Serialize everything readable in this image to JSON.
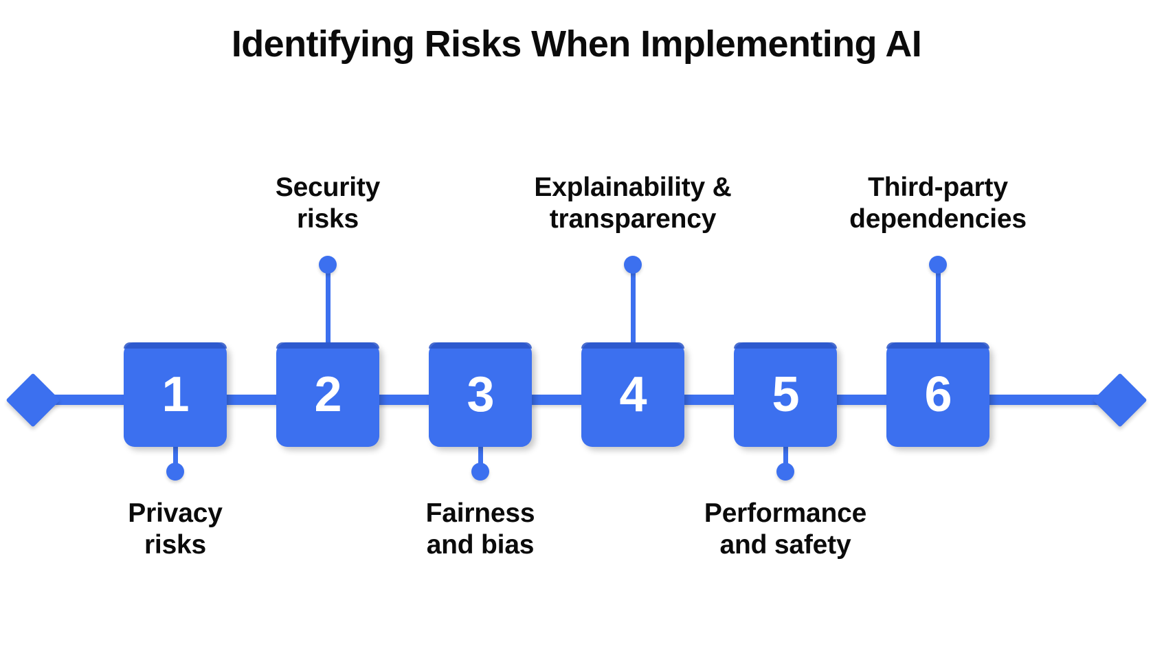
{
  "title": "Identifying Risks When Implementing AI",
  "theme": {
    "background": "#ffffff",
    "accent_blue": "#3c70ef",
    "accent_blue_dark": "#2a55c8",
    "text_color": "#0b0b0b",
    "number_color": "#ffffff"
  },
  "timeline": {
    "left_cap_icon": "diamond-icon",
    "right_cap_icon": "diamond-icon",
    "orientation": "horizontal",
    "step_count": 6
  },
  "steps": [
    {
      "number": "1",
      "label_line1": "Privacy",
      "label_line2": "risks",
      "label_position": "below",
      "connector_icon": "dot-icon"
    },
    {
      "number": "2",
      "label_line1": "Security",
      "label_line2": "risks",
      "label_position": "above",
      "connector_icon": "dot-icon"
    },
    {
      "number": "3",
      "label_line1": "Fairness",
      "label_line2": "and bias",
      "label_position": "below",
      "connector_icon": "dot-icon"
    },
    {
      "number": "4",
      "label_line1": "Explainability &",
      "label_line2": "transparency",
      "label_position": "above",
      "connector_icon": "dot-icon"
    },
    {
      "number": "5",
      "label_line1": "Performance",
      "label_line2": "and safety",
      "label_position": "below",
      "connector_icon": "dot-icon"
    },
    {
      "number": "6",
      "label_line1": "Third-party",
      "label_line2": "dependencies",
      "label_position": "above",
      "connector_icon": "dot-icon"
    }
  ]
}
